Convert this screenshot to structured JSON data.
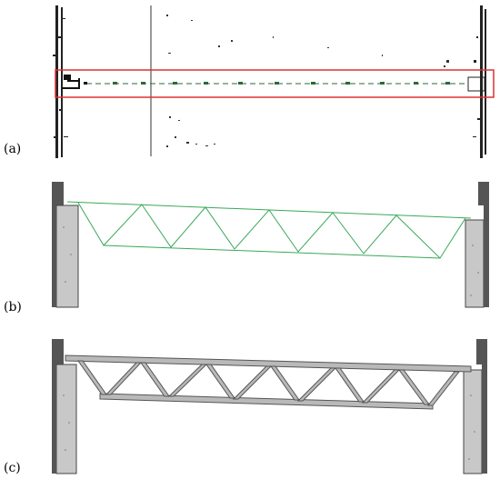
{
  "figure": {
    "panels": [
      {
        "label": "(a)"
      },
      {
        "label": "(b)"
      },
      {
        "label": "(c)"
      }
    ]
  },
  "colors": {
    "highlight_box": "#e03030",
    "point_cloud": "#222222",
    "truss_wire": "#3aa85a",
    "truss_solid": "#b9b9b9",
    "truss_edge": "#555555",
    "wall_fill": "#c8c8c8",
    "wall_dark": "#555555"
  }
}
